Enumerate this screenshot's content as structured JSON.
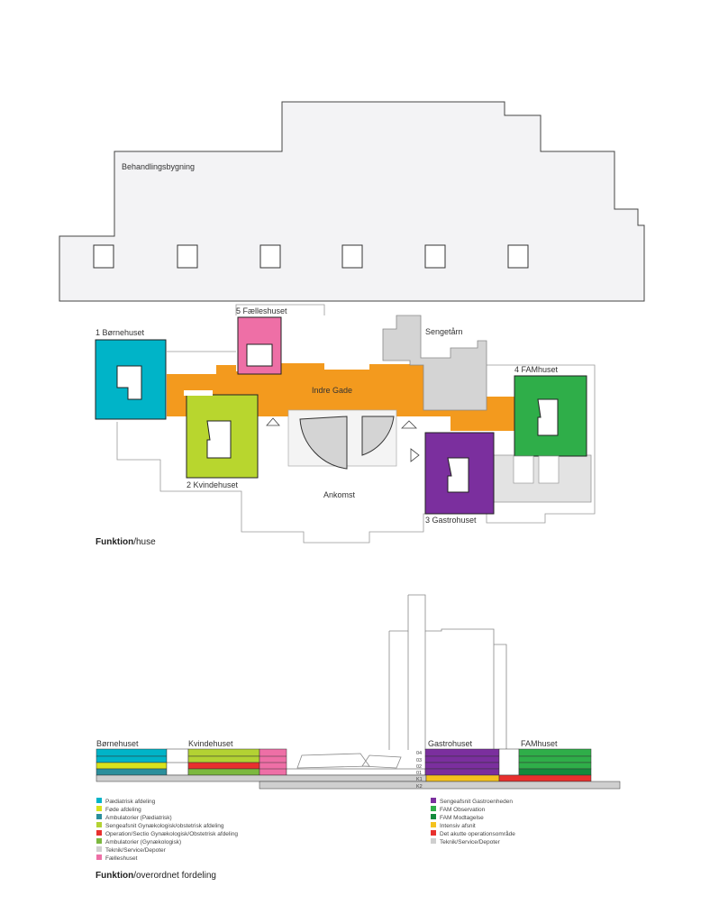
{
  "top_plan": {
    "title": "Behandlingsbygning"
  },
  "houses": {
    "h1": "1 Børnehuset",
    "h2": "2 Kvindehuset",
    "h3": "3 Gastrohuset",
    "h4": "4 FAMhuset",
    "h5": "5 Fælleshuset",
    "tower": "Sengetårn",
    "street": "Indre Gade",
    "arrival": "Ankomst"
  },
  "caption1": {
    "bold": "Funktion",
    "rest": "/huse"
  },
  "section": {
    "labels": {
      "b": "Børnehuset",
      "k": "Kvindehuset",
      "g": "Gastrohuset",
      "f": "FAMhuset"
    },
    "floors": [
      "04",
      "03",
      "02",
      "01",
      "K1",
      "K2"
    ]
  },
  "legend_left": [
    {
      "label": "Pædiatrisk afdeling",
      "color": "#00b4c8"
    },
    {
      "label": "Føde afdeling",
      "color": "#d7e21c"
    },
    {
      "label": "Ambulatorier (Pædiatrisk)",
      "color": "#2b8f9c"
    },
    {
      "label": "Sengeafsnit Gynækologisk/obstetrisk afdeling",
      "color": "#b3d233"
    },
    {
      "label": "Operation/Sectio Gynækologisk/Obstetrisk afdeling",
      "color": "#e8302e"
    },
    {
      "label": "Ambulatorier (Gynækologisk)",
      "color": "#7cb83f"
    },
    {
      "label": "Teknik/Service/Depoter",
      "color": "#cfcfcf"
    },
    {
      "label": "Fælleshuset",
      "color": "#ee6fa6"
    }
  ],
  "legend_right": [
    {
      "label": "Sengeafsnit Gastroenheden",
      "color": "#7b2f9e"
    },
    {
      "label": "FAM Observation",
      "color": "#2fae49"
    },
    {
      "label": "FAM Modtagelse",
      "color": "#138a3c"
    },
    {
      "label": "Intensiv afsnit",
      "color": "#f4c21f"
    },
    {
      "label": "Det akutte operationsområde",
      "color": "#e8302e"
    },
    {
      "label": "Teknik/Service/Depoter",
      "color": "#cfcfcf"
    }
  ],
  "caption2": {
    "bold": "Funktion",
    "rest": "/overordnet fordeling"
  },
  "colors": {
    "orange": "#f39a1e",
    "cyan": "#00b4c8",
    "lime": "#b8d62e",
    "purple": "#7b2f9e",
    "green": "#2fae49",
    "pink": "#ee6fa6",
    "grey": "#d4d4d4"
  }
}
